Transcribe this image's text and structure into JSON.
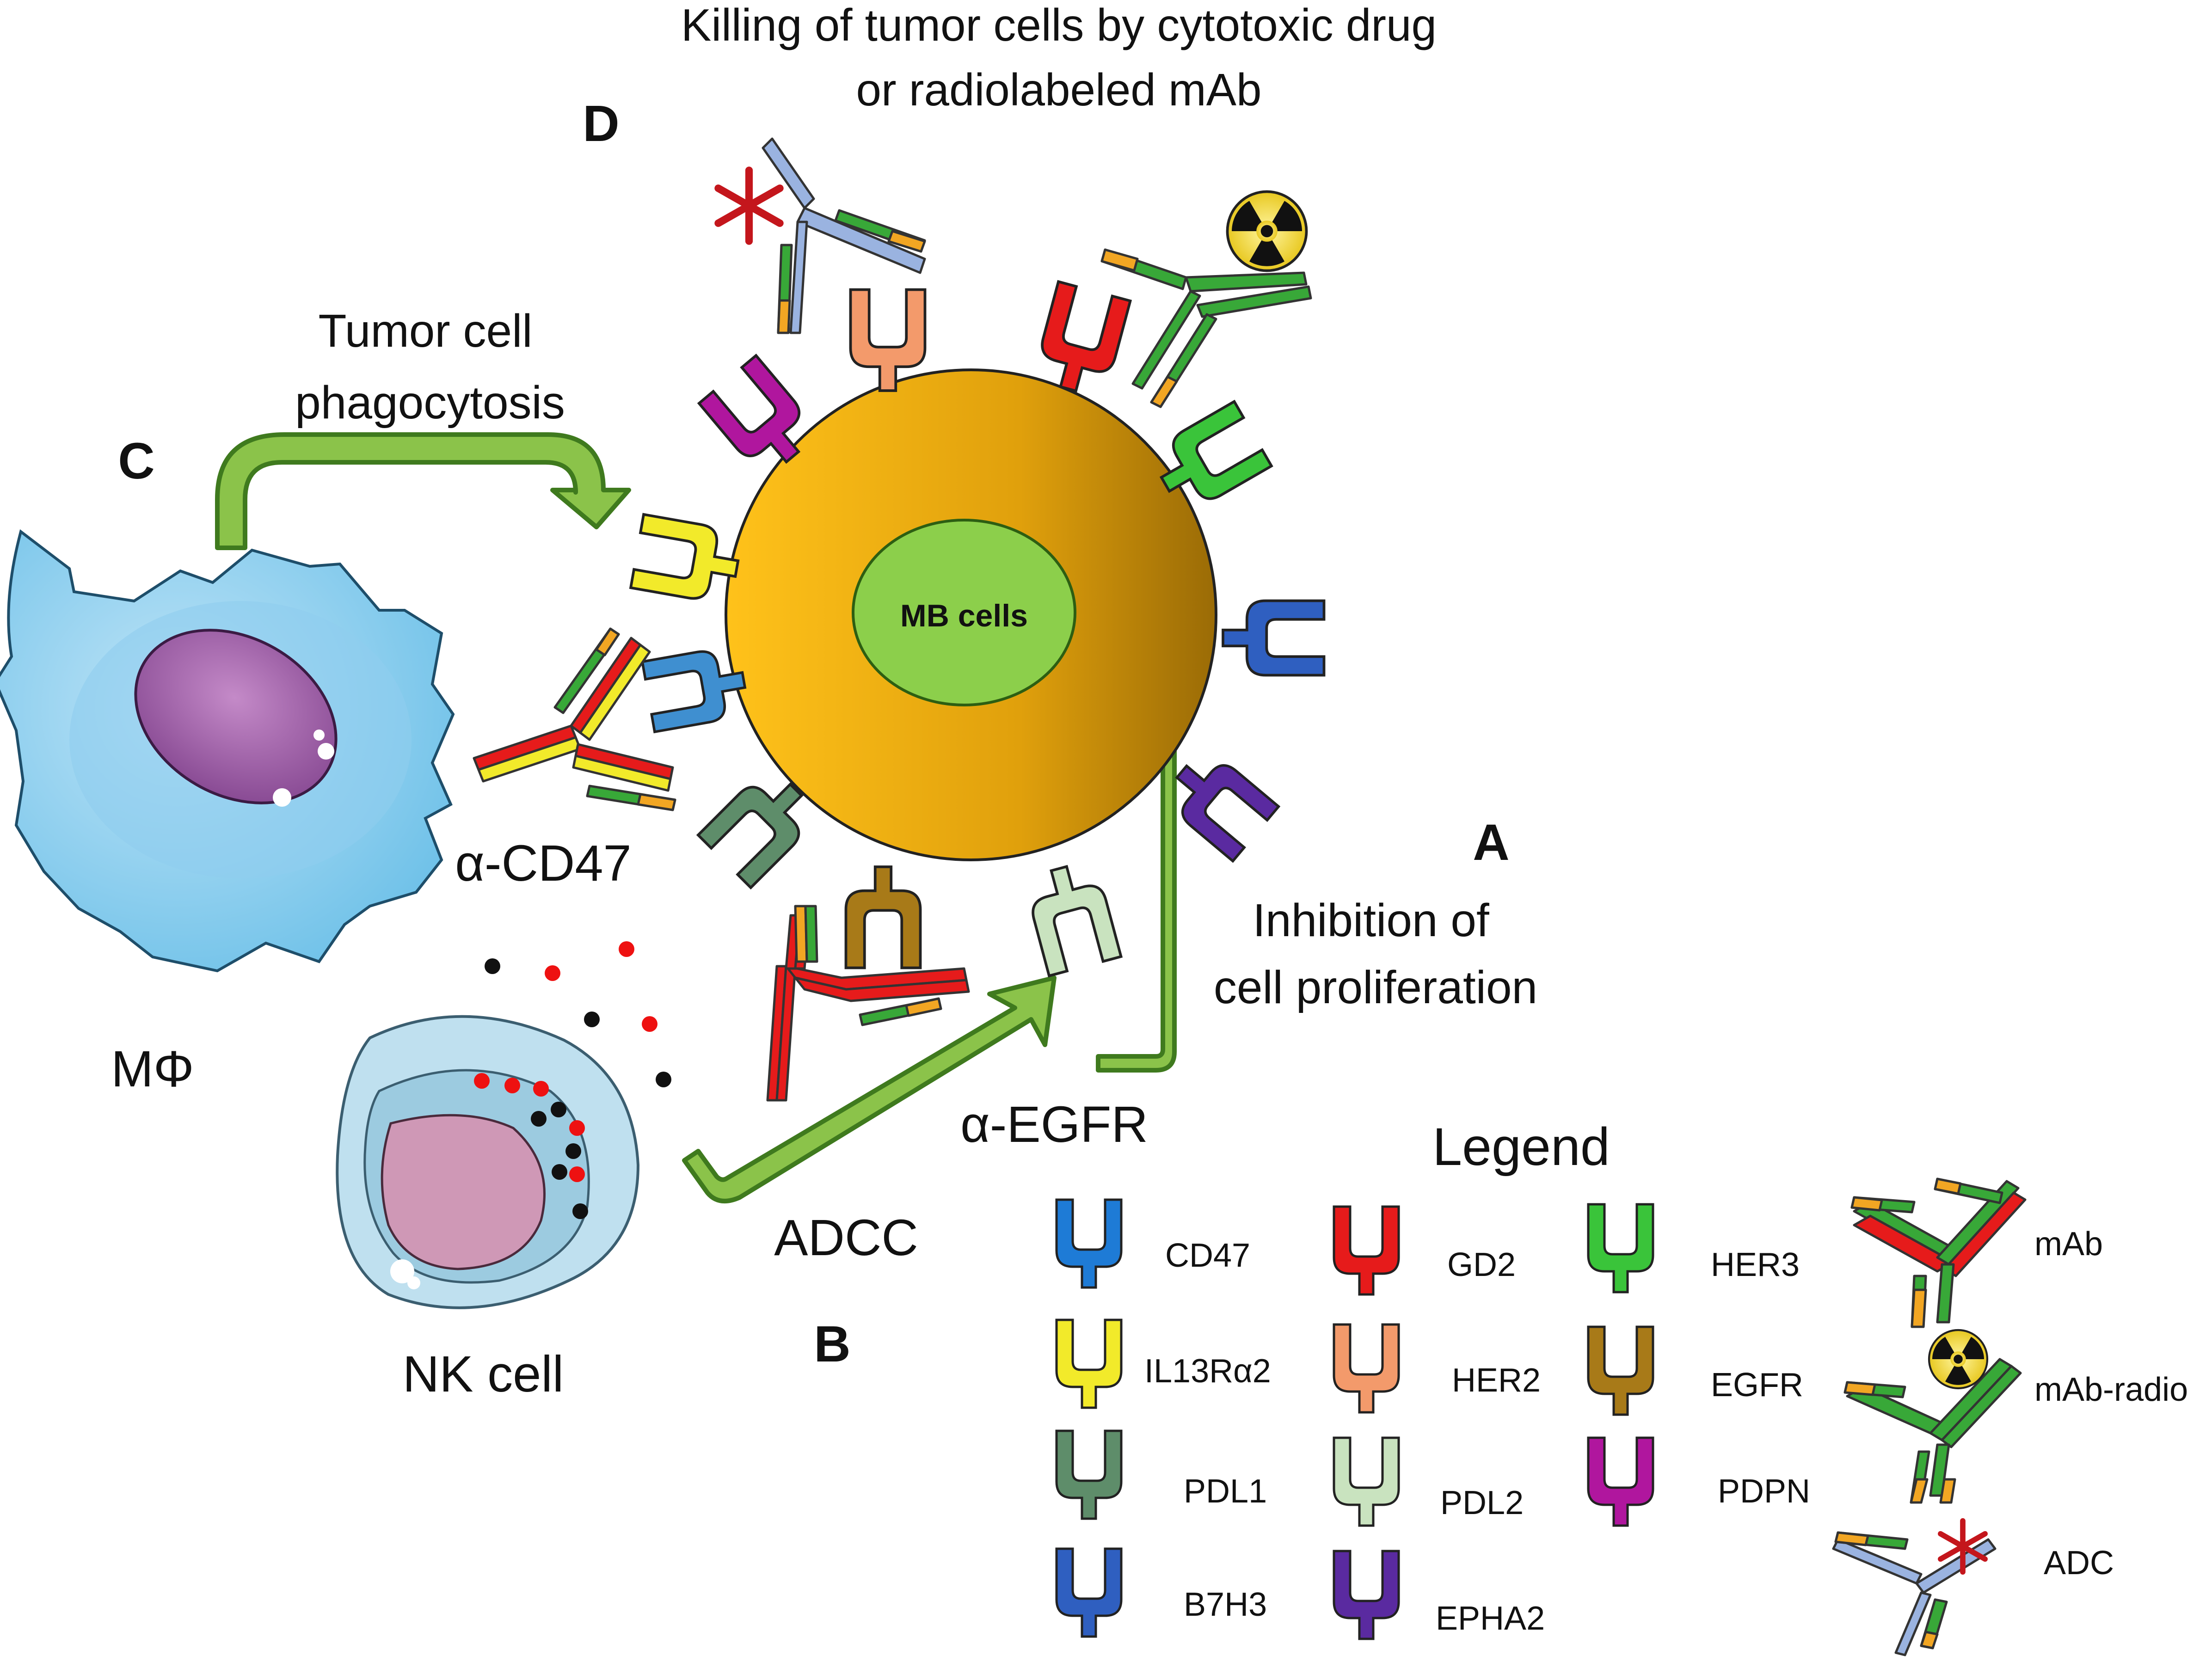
{
  "title_line1": "Killing of tumor cells by cytotoxic drug",
  "title_line2": "or radiolabeled mAb",
  "panel_letters": {
    "a": "A",
    "b": "B",
    "c": "C",
    "d": "D"
  },
  "center_cell_label": "MB cells",
  "labels": {
    "phago_line1": "Tumor cell",
    "phago_line2": "phagocytosis",
    "anti_cd47": "α-CD47",
    "anti_egfr": "α-EGFR",
    "adcc": "ADCC",
    "inhibit_line1": "Inhibition of",
    "inhibit_line2": "cell proliferation",
    "macrophage": "MΦ",
    "nk_cell": "NK cell"
  },
  "legend": {
    "title": "Legend",
    "receptors": [
      {
        "name": "CD47",
        "color": "#1e7bd6"
      },
      {
        "name": "IL13Rα2",
        "color": "#f2ea2a"
      },
      {
        "name": "PDL1",
        "color": "#5e8d6a"
      },
      {
        "name": "B7H3",
        "color": "#2f5fc0"
      },
      {
        "name": "GD2",
        "color": "#e61b1b"
      },
      {
        "name": "HER2",
        "color": "#f39a6b"
      },
      {
        "name": "PDL2",
        "color": "#c9e3bf"
      },
      {
        "name": "EPHA2",
        "color": "#5a2aa0"
      },
      {
        "name": "HER3",
        "color": "#3ac43a"
      },
      {
        "name": "EGFR",
        "color": "#a87a18"
      },
      {
        "name": "PDPN",
        "color": "#b0169e"
      }
    ],
    "antibodies": [
      {
        "name": "mAb"
      },
      {
        "name": "mAb-radio"
      },
      {
        "name": "ADC"
      }
    ]
  }
}
